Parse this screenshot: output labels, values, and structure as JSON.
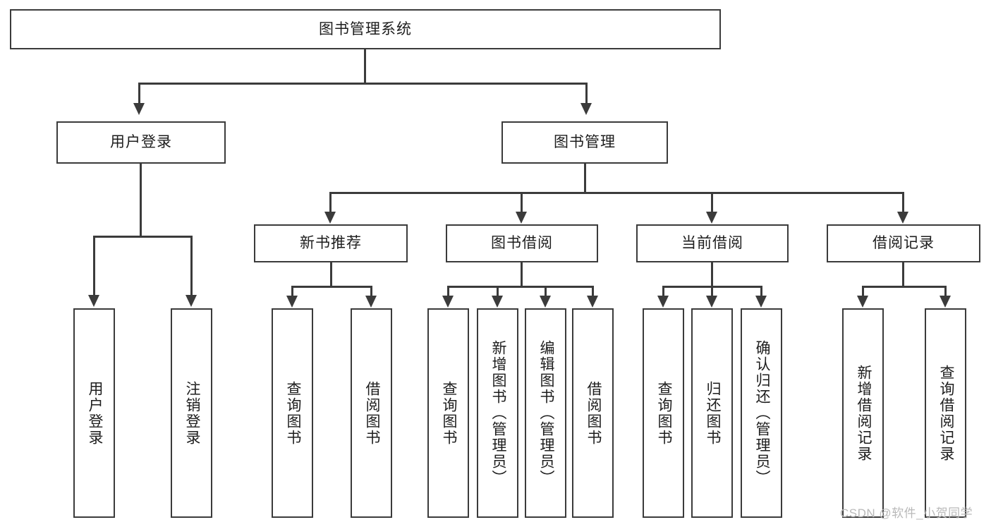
{
  "diagram": {
    "type": "tree-hierarchy",
    "title": "图书管理系统",
    "root": {
      "label": "图书管理系统",
      "level": 1
    },
    "level2": [
      {
        "label": "用户登录"
      },
      {
        "label": "图书管理"
      }
    ],
    "level3": [
      {
        "label": "新书推荐",
        "parent": "图书管理"
      },
      {
        "label": "图书借阅",
        "parent": "图书管理"
      },
      {
        "label": "当前借阅",
        "parent": "图书管理"
      },
      {
        "label": "借阅记录",
        "parent": "图书管理"
      }
    ],
    "leaves": {
      "user_login": [
        {
          "label": "用户登录"
        },
        {
          "label": "注销登录"
        }
      ],
      "new_book_recommend": [
        {
          "label": "查询图书"
        },
        {
          "label": "借阅图书"
        }
      ],
      "book_borrow": [
        {
          "label": "查询图书"
        },
        {
          "label": "新增图书（管理员）"
        },
        {
          "label": "编辑图书（管理员）"
        },
        {
          "label": "借阅图书"
        }
      ],
      "current_borrow": [
        {
          "label": "查询图书"
        },
        {
          "label": "归还图书"
        },
        {
          "label": "确认归还（管理员）"
        }
      ],
      "borrow_record": [
        {
          "label": "新增借阅记录"
        },
        {
          "label": "查询借阅记录"
        }
      ]
    }
  },
  "watermark": {
    "text": "CSDN @软件_小贺同学"
  },
  "colors": {
    "stroke": "#3b3b3b",
    "text": "#1d1d1d",
    "background": "#ffffff",
    "watermark": "#b9b9b9"
  }
}
